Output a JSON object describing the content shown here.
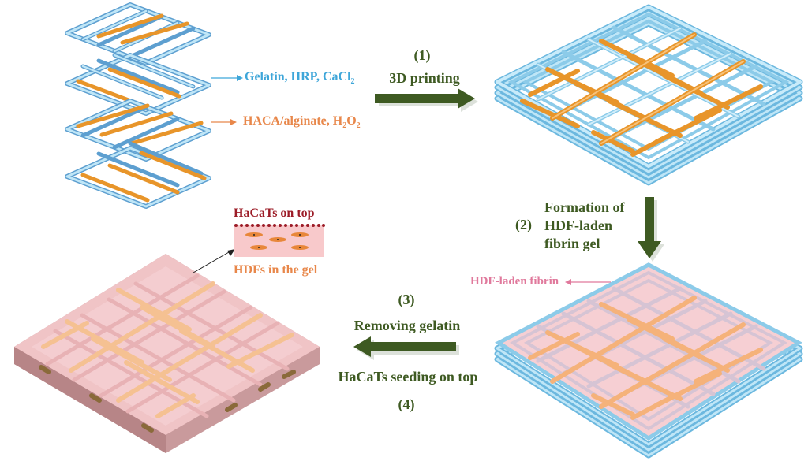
{
  "layers": {
    "gelatin_label": "Gelatin, HRP, CaCl",
    "gelatin_label_sub": "2",
    "haca_label_pre": "HACA/alginate, H",
    "haca_label_sub1": "2",
    "haca_label_mid": "O",
    "haca_label_sub2": "2"
  },
  "steps": {
    "step1_num": "(1)",
    "step1_text": "3D printing",
    "step2_num": "(2)",
    "step2_line1": "Formation of",
    "step2_line2": "HDF-laden",
    "step2_line3": "fibrin gel",
    "step3_num": "(3)",
    "step3_text": "Removing gelatin",
    "step4_text": "HaCaTs seeding on top",
    "step4_num": "(4)"
  },
  "annotations": {
    "fibrin_label": "HDF-laden fibrin",
    "inset_top": "HaCaTs on top",
    "inset_bottom": "HDFs in the gel"
  },
  "colors": {
    "arrow_green": "#3e5a22",
    "gelatin_blue": "#9fd6ee",
    "haca_orange": "#f0a43a",
    "fibrin_pink": "#f2c2c6",
    "label_blue": "#3ea6d9",
    "label_orange": "#e8874a",
    "label_pink": "#e0799c",
    "label_darkred": "#9c1c27"
  }
}
